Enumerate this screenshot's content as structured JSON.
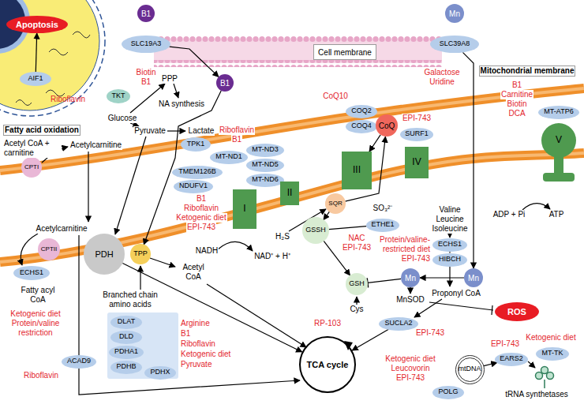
{
  "diagram": {
    "nodes": [
      {
        "text": [
          "B1"
        ]
      },
      {
        "text": [
          "SLC19A3"
        ]
      },
      {
        "text": [
          "Mn"
        ]
      },
      {
        "text": [
          "SLC39A8"
        ]
      },
      {
        "text": [
          "Cell membrane"
        ]
      },
      {
        "text": [
          "Apoptosis"
        ]
      },
      {
        "text": [
          "AIF1"
        ]
      },
      {
        "text": [
          "B1"
        ]
      },
      {
        "text": [
          "TKT"
        ]
      },
      {
        "text": [
          "TPK1"
        ]
      },
      {
        "text": [
          "CPTI"
        ]
      },
      {
        "text": [
          "CPTII"
        ]
      },
      {
        "text": [
          "ECHS1"
        ]
      },
      {
        "text": [
          "PDH"
        ]
      },
      {
        "text": [
          "TPP"
        ]
      },
      {
        "text": [
          "MT-ND1"
        ]
      },
      {
        "text": [
          "TMEM126B"
        ]
      },
      {
        "text": [
          "MT-ND3"
        ]
      },
      {
        "text": [
          "MT-ND5"
        ]
      },
      {
        "text": [
          "NDUFV1"
        ]
      },
      {
        "text": [
          "MT-ND6"
        ]
      },
      {
        "text": [
          "I"
        ]
      },
      {
        "text": [
          "COQ2"
        ]
      },
      {
        "text": [
          "COQ4"
        ]
      },
      {
        "text": [
          "CoQ"
        ]
      },
      {
        "text": [
          "II"
        ]
      },
      {
        "text": [
          "SQR"
        ]
      },
      {
        "text": [
          "III"
        ]
      },
      {
        "text": [
          "SURF1"
        ]
      },
      {
        "text": [
          "IV"
        ]
      },
      {
        "text": [
          "V"
        ]
      },
      {
        "text": [
          "MT-ATP6"
        ]
      },
      {
        "text": [
          "GSSH"
        ]
      },
      {
        "text": [
          "ETHE1"
        ]
      },
      {
        "text": [
          "GSH"
        ]
      },
      {
        "text": [
          "Mn"
        ]
      },
      {
        "text": [
          "Mn"
        ]
      },
      {
        "text": [
          "ROS"
        ]
      },
      {
        "text": [
          "ECHS1"
        ]
      },
      {
        "text": [
          "HIBCH"
        ]
      },
      {
        "text": [
          "SUCLA2"
        ]
      },
      {
        "text": [
          "TCA cycle"
        ]
      },
      {
        "text": [
          "ACAD9"
        ]
      },
      {
        "text": [
          "DLAT"
        ]
      },
      {
        "text": [
          "DLD"
        ]
      },
      {
        "text": [
          "PDHA1"
        ]
      },
      {
        "text": [
          "PDHB"
        ]
      },
      {
        "text": [
          "PDHX"
        ]
      },
      {
        "text": [
          "mtDNA"
        ]
      },
      {
        "text": [
          "POLG"
        ]
      },
      {
        "text": [
          "EARS2"
        ]
      },
      {
        "text": [
          "MT-TK"
        ]
      }
    ],
    "edges": [
      {
        "from": 1,
        "to": 7,
        "arrow": "to"
      },
      {
        "from": 7,
        "to": 14,
        "arrow": "to"
      },
      {
        "from": 3,
        "to": 35,
        "arrow": "to"
      },
      {
        "from": 35,
        "to": 36,
        "arrow": "to"
      },
      {
        "from": 36,
        "to": 34,
        "arrow": "none"
      },
      {
        "from": 6,
        "to": 5,
        "arrow": "to"
      },
      {
        "from": 24,
        "to": 27,
        "arrow": "to"
      },
      {
        "from": 26,
        "to": 24,
        "arrow": "to"
      },
      {
        "from": 26,
        "to": 32,
        "arrow": "to"
      },
      {
        "from": 32,
        "to": 34,
        "arrow": "to"
      },
      {
        "from": 32,
        "to": 33,
        "arrow": "none"
      },
      {
        "from": 13,
        "to": 41,
        "arrow": "to"
      },
      {
        "from": 40,
        "to": 41,
        "arrow": "to"
      },
      {
        "from": 38,
        "to": 39,
        "arrow": "none"
      },
      {
        "from": 48,
        "to": 50,
        "arrow": "to"
      }
    ],
    "labels": [
      "Riboflavin",
      "Biotin",
      "B1",
      "Galactose",
      "Uridine",
      "Fatty acid oxidation",
      "Acetyl CoA + carnitine",
      "Acetylcarnitine",
      "PPP",
      "NA synthesis",
      "Glucose",
      "Pyruvate",
      "Lactate",
      "Riboflavin",
      "B1",
      "Mitochondrial membrane",
      "Acetylcarnitine",
      "Fatty acyl CoA",
      "Ketogenic diet",
      "Protein/valine restriction",
      "Riboflavin",
      "Branched chain amino acids",
      "Acetyl CoA",
      "Arginine",
      "B1",
      "Riboflavin",
      "Ketogenic diet",
      "Pyruvate",
      "B1",
      "Riboflavin",
      "Ketogenic diet",
      "EPI-743",
      "NADH",
      "NAD⁺ + H⁺",
      "CoQ10",
      "EPI-743",
      "B1",
      "Carnitine",
      "Biotin",
      "DCA",
      "ADP + Pi",
      "ATP",
      "H₂S",
      "SO₃²⁻",
      "NAC",
      "EPI-743",
      "Cys",
      "RP-103",
      "MnSOD",
      "Valine",
      "Leucine",
      "Isoleucine",
      "Protein/valine-restricted diet",
      "EPI-743",
      "Proponyl CoA",
      "EPI-743",
      "Ketogenic diet",
      "Leucovorin",
      "EPI-743",
      "EPI-743",
      "Ketogenic diet",
      "tRNA synthetases"
    ]
  }
}
